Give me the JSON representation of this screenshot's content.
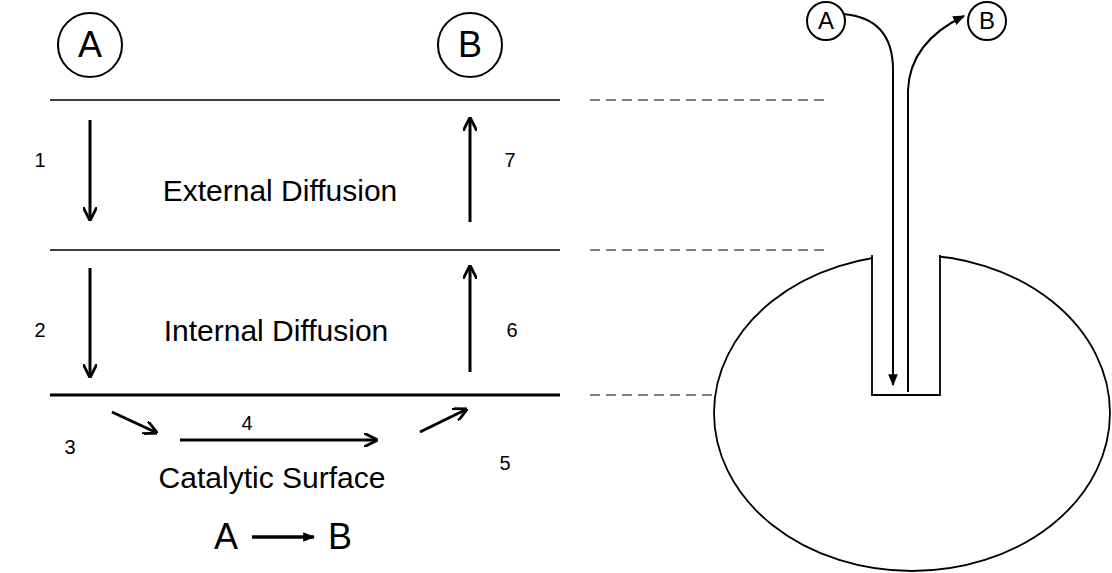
{
  "diagram": {
    "nodes": [
      {
        "text": [
          "A"
        ]
      },
      {
        "text": [
          "B"
        ]
      },
      {
        "text": [
          "A"
        ]
      },
      {
        "text": [
          "B"
        ]
      }
    ],
    "labels": [
      "1",
      "External Diffusion",
      "7",
      "2",
      "Internal Diffusion",
      "6",
      "3",
      "4",
      "5",
      "Catalytic Surface",
      "A",
      "B"
    ]
  }
}
